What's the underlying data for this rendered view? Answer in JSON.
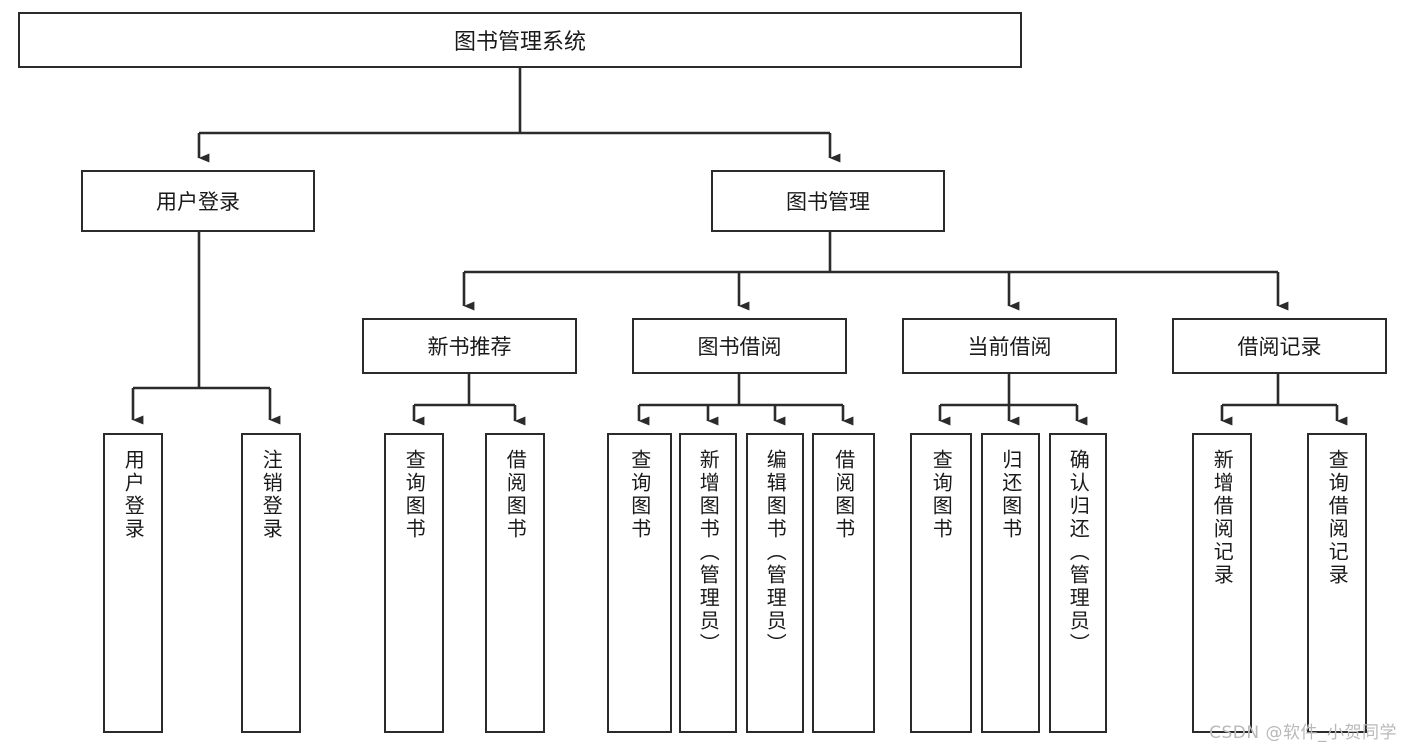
{
  "diagram": {
    "title": "图书管理系统",
    "type": "hierarchy-tree",
    "colors": {
      "stroke": "#2b2b2b",
      "box_fill": "#ffffff",
      "text": "#1a1a1a",
      "watermark": "#b9b9b9",
      "background": "#ffffff"
    },
    "root": {
      "label": "图书管理系统"
    },
    "level2": [
      {
        "label": "用户登录"
      },
      {
        "label": "图书管理"
      }
    ],
    "level3": [
      {
        "label": "新书推荐"
      },
      {
        "label": "图书借阅"
      },
      {
        "label": "当前借阅"
      },
      {
        "label": "借阅记录"
      }
    ],
    "leaves": {
      "user_login": [
        {
          "label": "用户登录"
        },
        {
          "label": "注销登录"
        }
      ],
      "new_book_recommend": [
        {
          "label": "查询图书"
        },
        {
          "label": "借阅图书"
        }
      ],
      "book_borrow": [
        {
          "label": "查询图书"
        },
        {
          "label": "新增图书（管理员）"
        },
        {
          "label": "编辑图书（管理员）"
        },
        {
          "label": "借阅图书"
        }
      ],
      "current_borrow": [
        {
          "label": "查询图书"
        },
        {
          "label": "归还图书"
        },
        {
          "label": "确认归还（管理员）"
        }
      ],
      "borrow_record": [
        {
          "label": "新增借阅记录"
        },
        {
          "label": "查询借阅记录"
        }
      ]
    },
    "watermark": "CSDN @软件_小贺同学"
  }
}
